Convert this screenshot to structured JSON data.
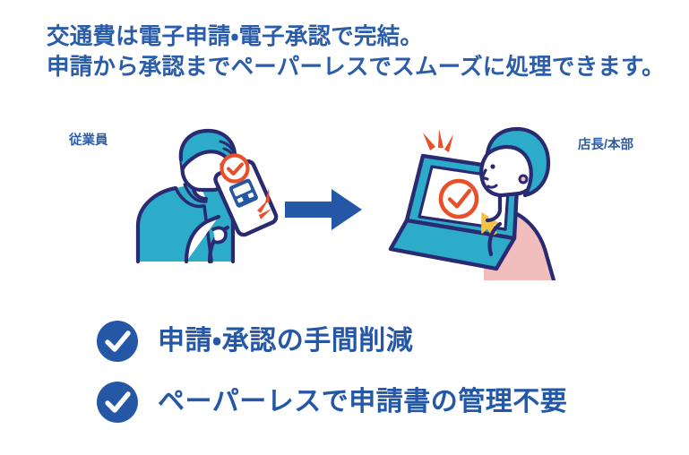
{
  "heading": {
    "line1": "交通費は電子申請・電子承認で完結。",
    "line2": "申請から承認までペーパーレスでスムーズに処理できます。"
  },
  "illustration": {
    "employee_label": "従業員",
    "manager_label": "店長/本部",
    "flow_arrow": "arrow-right",
    "employee_scene": {
      "icon": "person-with-smartphone-icon",
      "device": "smartphone",
      "screen_icon": "train-ticket-icon",
      "status_badge": "check-circle-icon",
      "emphasis": "burst-lines"
    },
    "manager_scene": {
      "icon": "person-with-laptop-icon",
      "device": "laptop",
      "screen_icon": "check-circle-icon",
      "pointer": "cursor-arrow-icon",
      "emphasis": "burst-lines"
    }
  },
  "benefits": [
    {
      "icon": "check-circle-icon",
      "label": "申請・承認の手間削減"
    },
    {
      "icon": "check-circle-icon",
      "label": "ペーパーレスで申請書の管理不要"
    }
  ],
  "colors": {
    "heading_blue": "#2B5DA8",
    "bullet_blue": "#2458A6",
    "teal": "#2CACC9",
    "navy_outline": "#2A2A72",
    "orange": "#E8502A",
    "pink": "#F2BDBD",
    "yellow": "#F5C242",
    "arrow_blue": "#2458A6",
    "background": "#FFFFFF"
  }
}
